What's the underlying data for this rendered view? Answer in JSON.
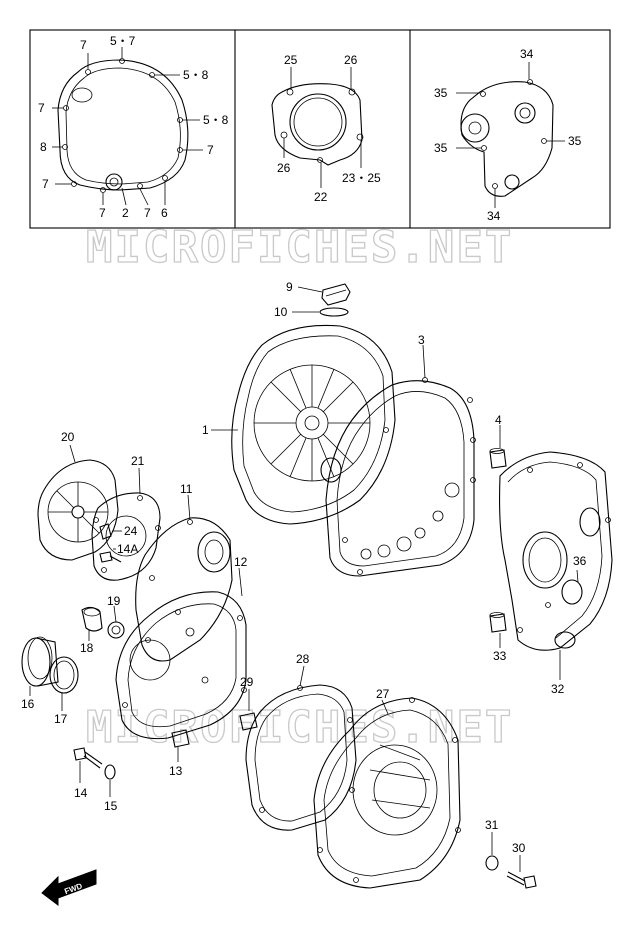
{
  "watermark": "MICROFICHES.NET",
  "fwd_label": "FWD",
  "inset_left": {
    "labels": [
      {
        "id": "il-57",
        "text": "5・7"
      },
      {
        "id": "il-7a",
        "text": "7"
      },
      {
        "id": "il-58a",
        "text": "5・8"
      },
      {
        "id": "il-7b",
        "text": "7"
      },
      {
        "id": "il-58b",
        "text": "5・8"
      },
      {
        "id": "il-8",
        "text": "8"
      },
      {
        "id": "il-7c",
        "text": "7"
      },
      {
        "id": "il-7d",
        "text": "7"
      },
      {
        "id": "il-7e",
        "text": "7"
      },
      {
        "id": "il-2",
        "text": "2"
      },
      {
        "id": "il-7f",
        "text": "7"
      },
      {
        "id": "il-6",
        "text": "6"
      }
    ]
  },
  "inset_mid": {
    "labels": [
      {
        "id": "im-25",
        "text": "25"
      },
      {
        "id": "im-26a",
        "text": "26"
      },
      {
        "id": "im-26b",
        "text": "26"
      },
      {
        "id": "im-2325",
        "text": "23・25"
      },
      {
        "id": "im-22",
        "text": "22"
      }
    ]
  },
  "inset_right": {
    "labels": [
      {
        "id": "ir-34a",
        "text": "34"
      },
      {
        "id": "ir-35a",
        "text": "35"
      },
      {
        "id": "ir-35b",
        "text": "35"
      },
      {
        "id": "ir-35c",
        "text": "35"
      },
      {
        "id": "ir-34b",
        "text": "34"
      }
    ]
  },
  "parts": [
    {
      "id": "p9",
      "text": "9"
    },
    {
      "id": "p10",
      "text": "10"
    },
    {
      "id": "p3",
      "text": "3"
    },
    {
      "id": "p1",
      "text": "1"
    },
    {
      "id": "p4",
      "text": "4"
    },
    {
      "id": "p20",
      "text": "20"
    },
    {
      "id": "p21",
      "text": "21"
    },
    {
      "id": "p11",
      "text": "11"
    },
    {
      "id": "p24",
      "text": "24"
    },
    {
      "id": "p14A",
      "text": "14A"
    },
    {
      "id": "p12",
      "text": "12"
    },
    {
      "id": "p36",
      "text": "36"
    },
    {
      "id": "p19",
      "text": "19"
    },
    {
      "id": "p18",
      "text": "18"
    },
    {
      "id": "p16",
      "text": "16"
    },
    {
      "id": "p17",
      "text": "17"
    },
    {
      "id": "p33",
      "text": "33"
    },
    {
      "id": "p32",
      "text": "32"
    },
    {
      "id": "p28",
      "text": "28"
    },
    {
      "id": "p29",
      "text": "29"
    },
    {
      "id": "p27",
      "text": "27"
    },
    {
      "id": "p13",
      "text": "13"
    },
    {
      "id": "p14",
      "text": "14"
    },
    {
      "id": "p15",
      "text": "15"
    },
    {
      "id": "p31",
      "text": "31"
    },
    {
      "id": "p30",
      "text": "30"
    }
  ]
}
